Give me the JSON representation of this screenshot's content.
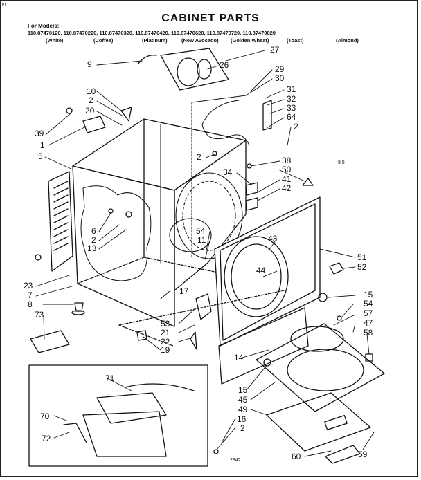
{
  "header": {
    "title": "CABINET PARTS",
    "for_models": "For Models:",
    "models": [
      {
        "number": "110.87470120",
        "color": "(White)"
      },
      {
        "number": "110.87470220",
        "color": "(Coffee)"
      },
      {
        "number": "110.87470320",
        "color": "(Platinum)"
      },
      {
        "number": "110.87470420",
        "color": "(New Avocado)"
      },
      {
        "number": "110.87470620",
        "color": "(Golden Wheat)"
      },
      {
        "number": "110.87470720",
        "color": "(Toast)"
      },
      {
        "number": "110.87470820",
        "color": "(Almond)"
      }
    ]
  },
  "part_labels": [
    "1",
    "2",
    "5",
    "6",
    "7",
    "8",
    "9",
    "10",
    "11",
    "13",
    "14",
    "15",
    "16",
    "17",
    "19",
    "20",
    "21",
    "22",
    "23",
    "26",
    "27",
    "29",
    "30",
    "31",
    "32",
    "33",
    "34",
    "38",
    "39",
    "41",
    "42",
    "43",
    "44",
    "45",
    "47",
    "49",
    "50",
    "51",
    "52",
    "53",
    "54",
    "57",
    "58",
    "59",
    "60",
    "64",
    "70",
    "71",
    "72",
    "73"
  ],
  "codes": {
    "side_code": "8.5",
    "bottom_code": "2342",
    "corner_mark": "Ξ"
  },
  "colors": {
    "ink": "#111111",
    "paper": "#ffffff"
  }
}
